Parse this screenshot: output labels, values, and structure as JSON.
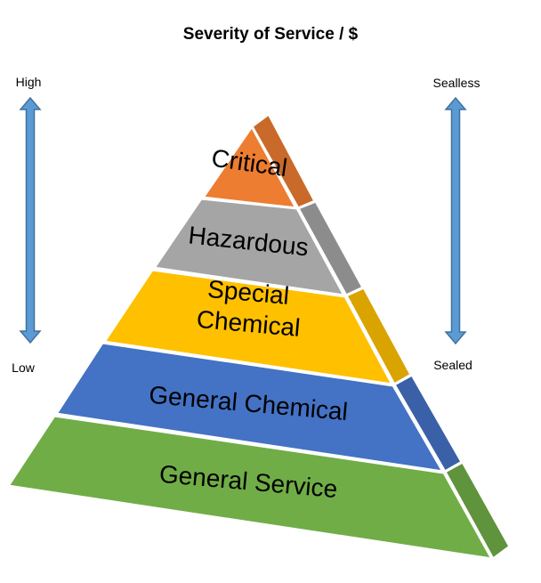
{
  "title": "Severity of Service / $",
  "left_axis": {
    "top_label": "High",
    "bottom_label": "Low"
  },
  "right_axis": {
    "top_label": "Sealless",
    "bottom_label": "Sealed"
  },
  "tiers": [
    {
      "label_lines": [
        "Critical"
      ],
      "color": "#ED7D31"
    },
    {
      "label_lines": [
        "Hazardous"
      ],
      "color": "#A5A5A5"
    },
    {
      "label_lines": [
        "Special",
        "Chemical"
      ],
      "color": "#FFC000"
    },
    {
      "label_lines": [
        "General Chemical"
      ],
      "color": "#4472C4"
    },
    {
      "label_lines": [
        "General Service"
      ],
      "color": "#70AD47"
    }
  ],
  "arrow_color": "#5B9BD5",
  "arrow_outline_color": "#41719C"
}
